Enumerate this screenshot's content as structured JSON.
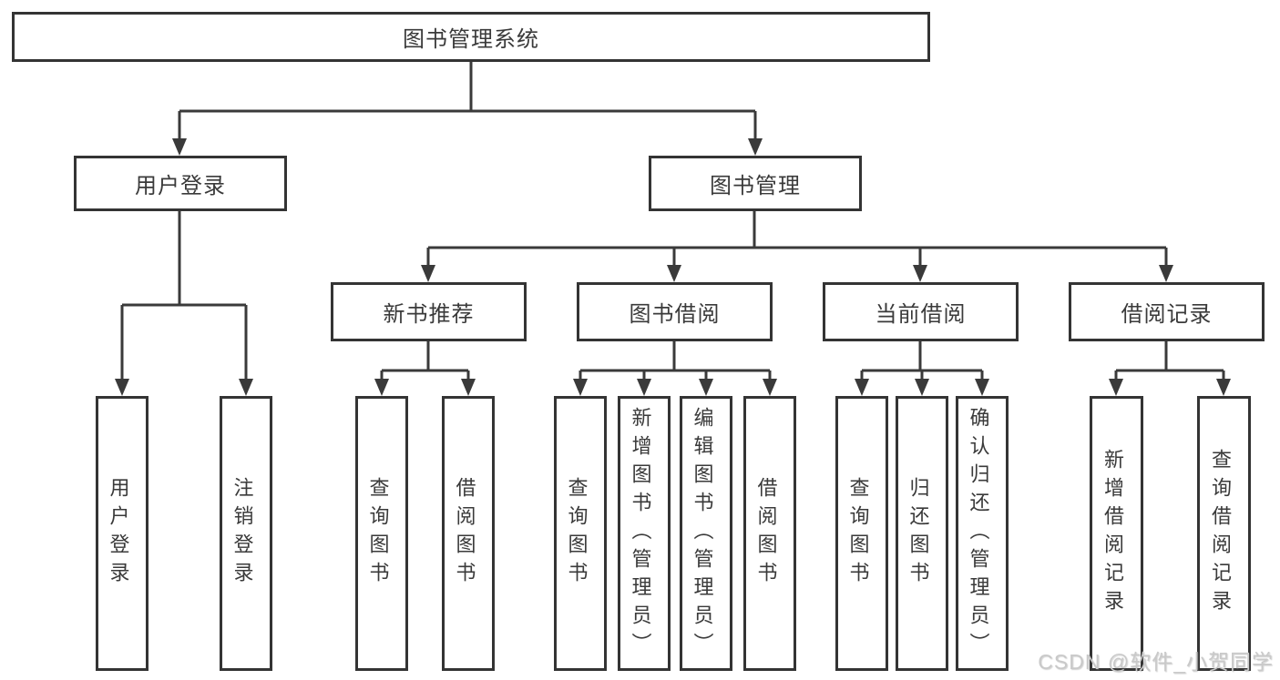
{
  "colors": {
    "line": "#3a3a3a",
    "box_border": "#343434",
    "text": "#3a3a3a",
    "watermark": "#c9c9c9"
  },
  "tree": {
    "root": "图书管理系统",
    "branches": [
      {
        "label": "用户登录",
        "children": [
          "用户登录",
          "注销登录"
        ]
      },
      {
        "label": "图书管理",
        "children": [
          {
            "label": "新书推荐",
            "children": [
              "查询图书",
              "借阅图书"
            ]
          },
          {
            "label": "图书借阅",
            "children": [
              "查询图书",
              "新增图书（管理员）",
              "编辑图书（管理员）",
              "借阅图书"
            ]
          },
          {
            "label": "当前借阅",
            "children": [
              "查询图书",
              "归还图书",
              "确认归还（管理员）"
            ]
          },
          {
            "label": "借阅记录",
            "children": [
              "新增借阅记录",
              "查询借阅记录"
            ]
          }
        ]
      }
    ]
  },
  "watermark": {
    "text": "CSDN @软件_小贺同学"
  }
}
